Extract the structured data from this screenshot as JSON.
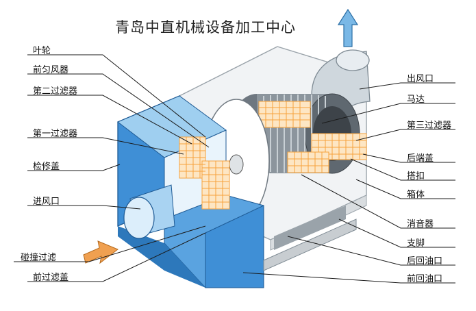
{
  "title": "青岛中直机械设备加工中心",
  "labels_left": [
    "叶轮",
    "前匀风器",
    "第二过滤器",
    "第一过滤器",
    "检修盖",
    "进风口",
    "碰撞过滤",
    "前过滤盖"
  ],
  "labels_right": [
    "出风口",
    "马达",
    "第三过滤器",
    "后端盖",
    "搭扣",
    "箱体",
    "消音器",
    "支脚",
    "后回油口",
    "前回油口"
  ],
  "colors": {
    "housing_blue": "#3f8fd6",
    "housing_light": "#9fcff0",
    "casing_grey": "#e9ecef",
    "mesh_orange": "#f6a23c",
    "arrow_blue": "#7ab8e6",
    "arrow_orange": "#f0a050"
  }
}
